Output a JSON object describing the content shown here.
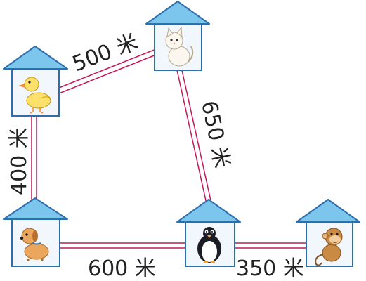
{
  "colors": {
    "house_fill": "#f2f7fd",
    "house_stroke": "#2c6fae",
    "roof_fill": "#7cc5ec",
    "path_stroke": "#c2185b",
    "text": "#222222"
  },
  "houses": [
    {
      "id": "duck",
      "animal": "duck-icon"
    },
    {
      "id": "cat",
      "animal": "cat-icon"
    },
    {
      "id": "dog",
      "animal": "dog-icon"
    },
    {
      "id": "penguin",
      "animal": "penguin-icon"
    },
    {
      "id": "monkey",
      "animal": "monkey-icon"
    }
  ],
  "paths": [
    {
      "from": "duck",
      "to": "cat",
      "label": "500 米",
      "meters": 500
    },
    {
      "from": "cat",
      "to": "penguin",
      "label": "650 米",
      "meters": 650
    },
    {
      "from": "duck",
      "to": "dog",
      "label": "400 米",
      "meters": 400
    },
    {
      "from": "dog",
      "to": "penguin",
      "label": "600 米",
      "meters": 600
    },
    {
      "from": "penguin",
      "to": "monkey",
      "label": "350 米",
      "meters": 350
    }
  ]
}
